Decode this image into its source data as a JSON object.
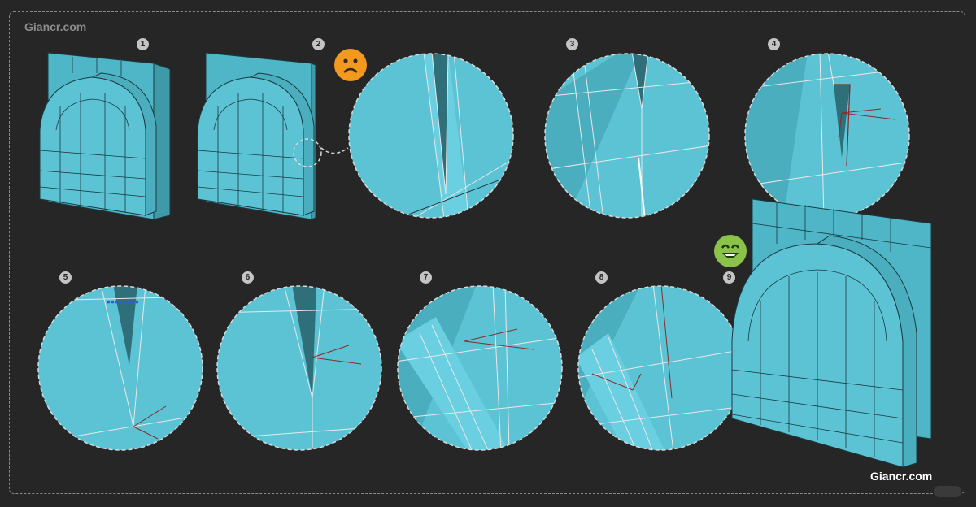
{
  "watermark_top": "Giancr.com",
  "watermark_bottom": "Giancr.com",
  "steps": [
    "1",
    "2",
    "3",
    "4",
    "5",
    "6",
    "7",
    "8",
    "9"
  ],
  "colors": {
    "mesh": "#5cc3d4",
    "mesh_dark": "#3e99a8",
    "edge": "#1b3a40",
    "outline": "#d8d8d8",
    "background": "#262626",
    "sad": "#f39a1e",
    "happy": "#8bc34a"
  },
  "icons": {
    "bad": "sad-face-icon",
    "good": "happy-face-icon"
  }
}
